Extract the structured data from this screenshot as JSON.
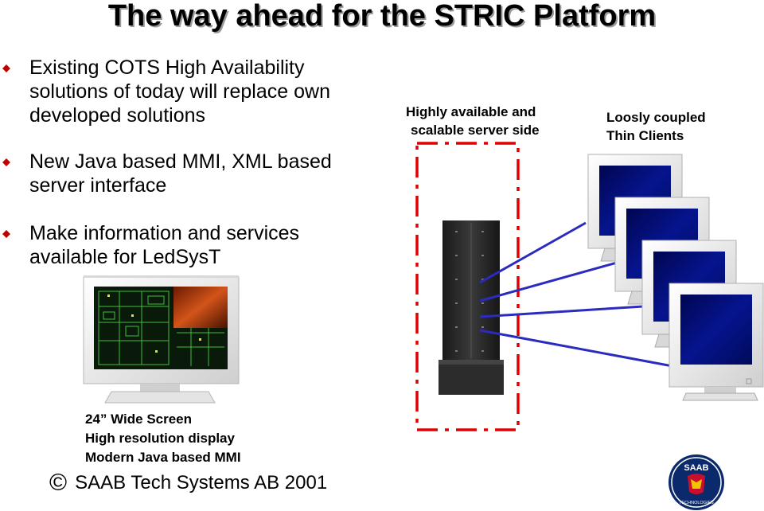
{
  "slide": {
    "title": "The way ahead for the STRIC Platform",
    "bullets": [
      "Existing COTS High Availability solutions of today will replace own developed solutions",
      "New Java based MMI, XML based server interface",
      "Make information and services available for LedSysT"
    ],
    "server_label_line1": "Highly available and",
    "server_label_line2": "scalable server side",
    "clients_label_line1": "Loosly coupled",
    "clients_label_line2": "Thin Clients",
    "caption_lines": [
      "24” Wide Screen",
      "High resolution display",
      "Modern Java based MMI"
    ],
    "copyright_symbol": "©",
    "copyright_text": "SAAB Tech Systems AB 2001",
    "logo_text": "SAAB",
    "logo_subtext": "TECHNOLOGIES"
  },
  "colors": {
    "bullet_diamond": "#c00000",
    "dash_box": "#e00000",
    "connector_lines": "#2b2bbf",
    "monitor_screen": "#000a6e",
    "logo_blue": "#0a2a6b"
  },
  "icons": [
    "diamond-bullet-icon",
    "server-tower-icon",
    "thin-client-monitor-icon",
    "widescreen-monitor-icon",
    "saab-logo-icon"
  ]
}
